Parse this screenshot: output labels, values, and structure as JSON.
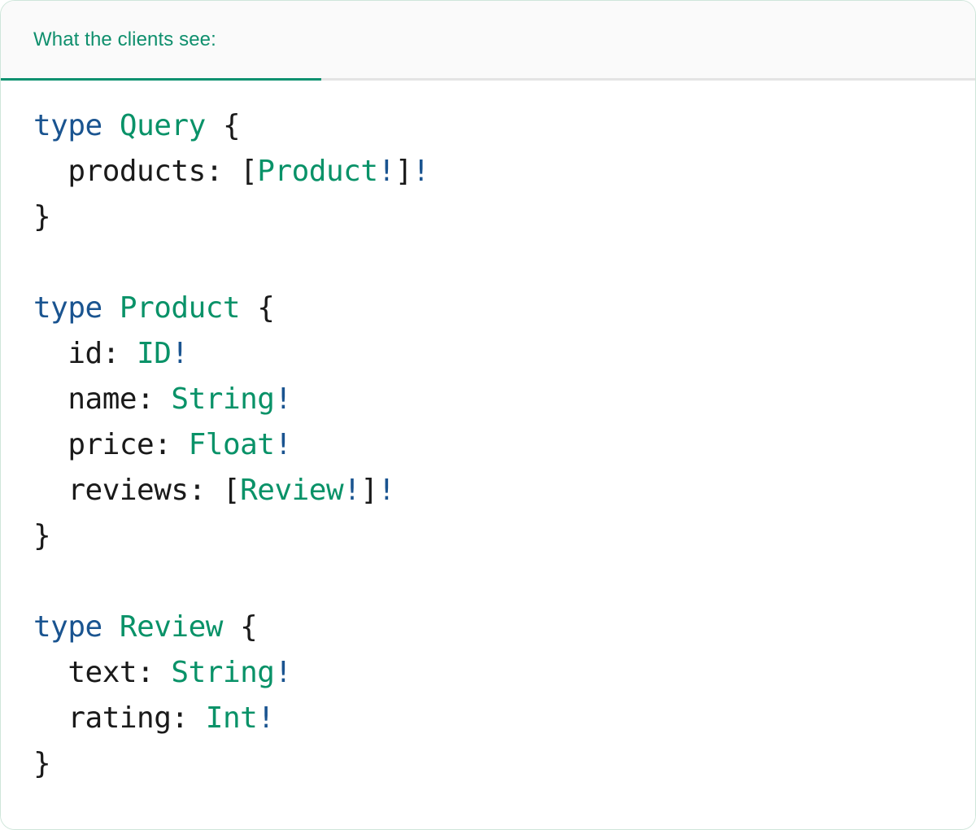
{
  "card": {
    "accent_color": "#0e9170",
    "border_color": "#cfe6da",
    "header_bg": "#fafafa",
    "body_bg": "#ffffff"
  },
  "tabs": [
    {
      "label": "What the clients see:",
      "active": true
    }
  ],
  "syntax_colors": {
    "keyword": "#1a5490",
    "type_name": "#099268",
    "punctuation": "#1a1a1a",
    "field_name": "#1a1a1a",
    "non_null_bang": "#1a5490"
  },
  "code": {
    "language": "graphql",
    "raw": "type Query {\n  products: [Product!]!\n}\n\ntype Product {\n  id: ID!\n  name: String!\n  price: Float!\n  reviews: [Review!]!\n}\n\ntype Review {\n  text: String!\n  rating: Int!\n}",
    "lines": [
      {
        "n": 1,
        "indent": 0,
        "tokens": [
          {
            "t": "type",
            "k": "kw"
          },
          {
            "t": " ",
            "k": "punc"
          },
          {
            "t": "Query",
            "k": "type"
          },
          {
            "t": " {",
            "k": "punc"
          }
        ]
      },
      {
        "n": 2,
        "indent": 2,
        "tokens": [
          {
            "t": "products",
            "k": "field"
          },
          {
            "t": ": [",
            "k": "punc"
          },
          {
            "t": "Product",
            "k": "type"
          },
          {
            "t": "!",
            "k": "bang"
          },
          {
            "t": "]",
            "k": "punc"
          },
          {
            "t": "!",
            "k": "bang"
          }
        ]
      },
      {
        "n": 3,
        "indent": 0,
        "tokens": [
          {
            "t": "}",
            "k": "punc"
          }
        ]
      },
      {
        "n": 4,
        "indent": 0,
        "tokens": []
      },
      {
        "n": 5,
        "indent": 0,
        "tokens": [
          {
            "t": "type",
            "k": "kw"
          },
          {
            "t": " ",
            "k": "punc"
          },
          {
            "t": "Product",
            "k": "type"
          },
          {
            "t": " {",
            "k": "punc"
          }
        ]
      },
      {
        "n": 6,
        "indent": 2,
        "tokens": [
          {
            "t": "id",
            "k": "field"
          },
          {
            "t": ": ",
            "k": "punc"
          },
          {
            "t": "ID",
            "k": "type"
          },
          {
            "t": "!",
            "k": "bang"
          }
        ]
      },
      {
        "n": 7,
        "indent": 2,
        "tokens": [
          {
            "t": "name",
            "k": "field"
          },
          {
            "t": ": ",
            "k": "punc"
          },
          {
            "t": "String",
            "k": "type"
          },
          {
            "t": "!",
            "k": "bang"
          }
        ]
      },
      {
        "n": 8,
        "indent": 2,
        "tokens": [
          {
            "t": "price",
            "k": "field"
          },
          {
            "t": ": ",
            "k": "punc"
          },
          {
            "t": "Float",
            "k": "type"
          },
          {
            "t": "!",
            "k": "bang"
          }
        ]
      },
      {
        "n": 9,
        "indent": 2,
        "tokens": [
          {
            "t": "reviews",
            "k": "field"
          },
          {
            "t": ": [",
            "k": "punc"
          },
          {
            "t": "Review",
            "k": "type"
          },
          {
            "t": "!",
            "k": "bang"
          },
          {
            "t": "]",
            "k": "punc"
          },
          {
            "t": "!",
            "k": "bang"
          }
        ]
      },
      {
        "n": 10,
        "indent": 0,
        "tokens": [
          {
            "t": "}",
            "k": "punc"
          }
        ]
      },
      {
        "n": 11,
        "indent": 0,
        "tokens": []
      },
      {
        "n": 12,
        "indent": 0,
        "tokens": [
          {
            "t": "type",
            "k": "kw"
          },
          {
            "t": " ",
            "k": "punc"
          },
          {
            "t": "Review",
            "k": "type"
          },
          {
            "t": " {",
            "k": "punc"
          }
        ]
      },
      {
        "n": 13,
        "indent": 2,
        "tokens": [
          {
            "t": "text",
            "k": "field"
          },
          {
            "t": ": ",
            "k": "punc"
          },
          {
            "t": "String",
            "k": "type"
          },
          {
            "t": "!",
            "k": "bang"
          }
        ]
      },
      {
        "n": 14,
        "indent": 2,
        "tokens": [
          {
            "t": "rating",
            "k": "field"
          },
          {
            "t": ": ",
            "k": "punc"
          },
          {
            "t": "Int",
            "k": "type"
          },
          {
            "t": "!",
            "k": "bang"
          }
        ]
      },
      {
        "n": 15,
        "indent": 0,
        "tokens": [
          {
            "t": "}",
            "k": "punc"
          }
        ]
      }
    ]
  }
}
